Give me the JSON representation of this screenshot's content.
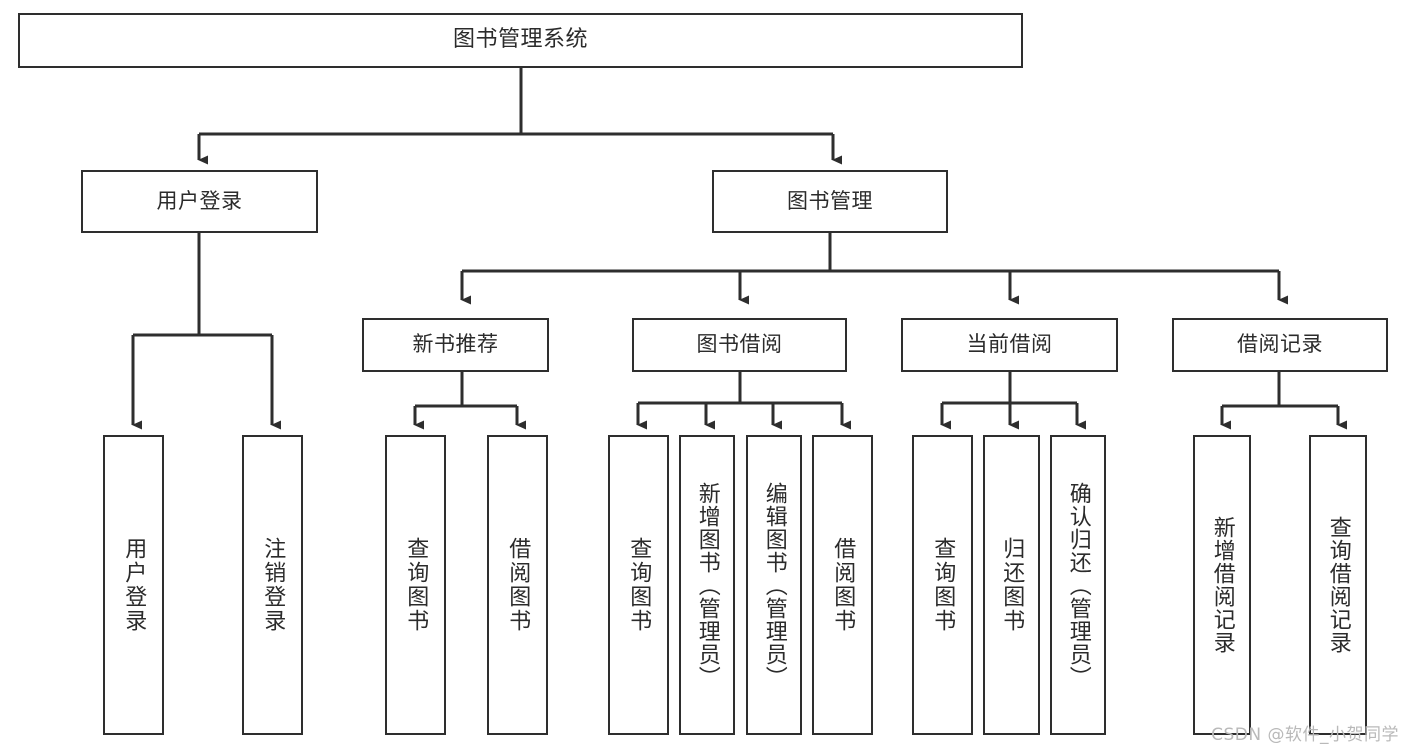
{
  "diagram": {
    "title": "图书管理系统",
    "type": "tree-hierarchy-chart",
    "colors": {
      "box_stroke": "#2e2e2e",
      "box_fill": "#ffffff",
      "connector": "#2e2e2e",
      "text": "#2b2b2b",
      "watermark": "#b9b9b9",
      "background": "#ffffff"
    },
    "root": {
      "label": "图书管理系统"
    },
    "level2": [
      {
        "label": "用户登录"
      },
      {
        "label": "图书管理"
      }
    ],
    "level3": [
      {
        "label": "新书推荐"
      },
      {
        "label": "图书借阅"
      },
      {
        "label": "当前借阅"
      },
      {
        "label": "借阅记录"
      }
    ],
    "leaves": {
      "user_login": [
        {
          "label": "用户登录"
        },
        {
          "label": "注销登录"
        }
      ],
      "new_book_recommend": [
        {
          "label": "查询图书"
        },
        {
          "label": "借阅图书"
        }
      ],
      "book_borrow": [
        {
          "label": "查询图书"
        },
        {
          "label": "新增图书（管理员）"
        },
        {
          "label": "编辑图书（管理员）"
        },
        {
          "label": "借阅图书"
        }
      ],
      "current_borrow": [
        {
          "label": "查询图书"
        },
        {
          "label": "归还图书"
        },
        {
          "label": "确认归还（管理员）"
        }
      ],
      "borrow_record": [
        {
          "label": "新增借阅记录"
        },
        {
          "label": "查询借阅记录"
        }
      ]
    },
    "watermark": "CSDN @软件_小贺同学"
  }
}
